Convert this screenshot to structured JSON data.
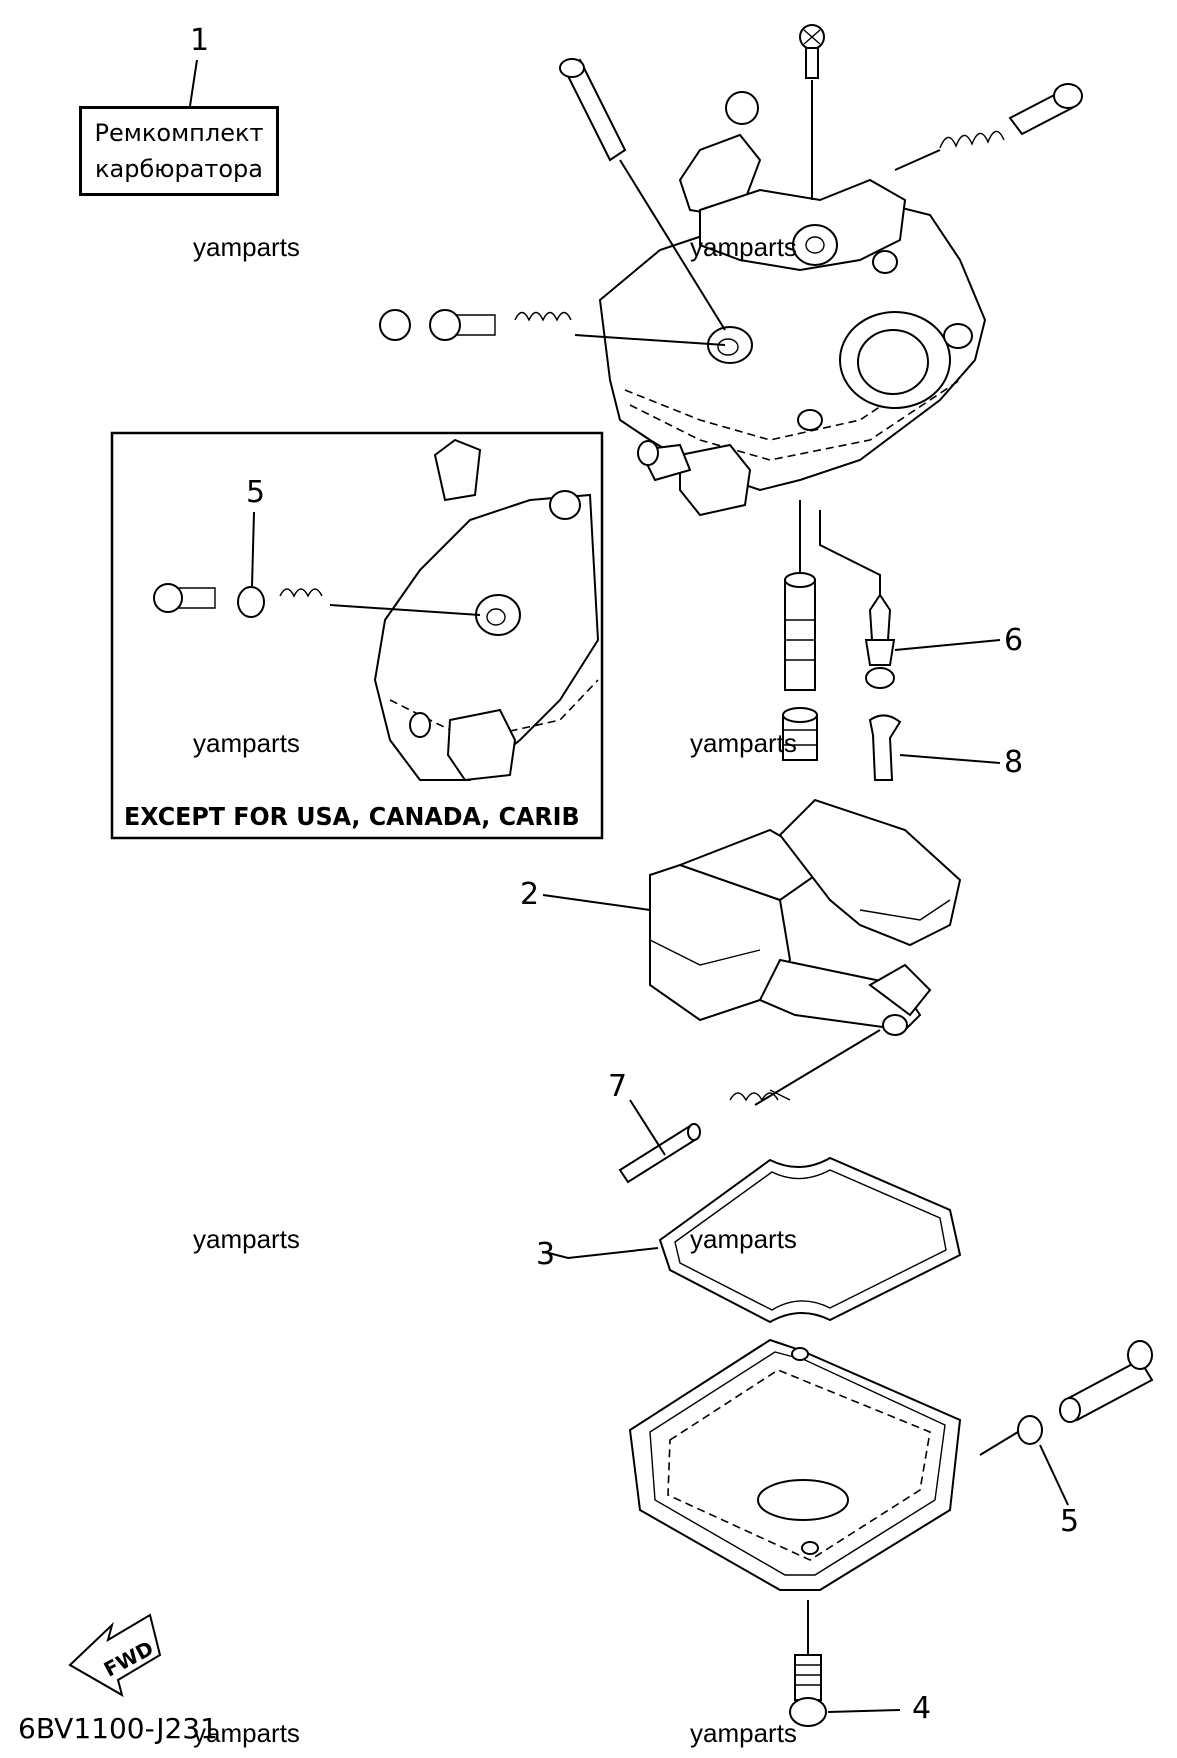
{
  "kit_box": {
    "line1": "Ремкомплект",
    "line2": "карбюратора"
  },
  "inset_caption": "EXCEPT FOR USA, CANADA, CARIB",
  "diagram_code": "6BV1100-J231",
  "fwd_label": "FWD",
  "watermark": "yamparts",
  "callouts": {
    "c1": "1",
    "c2": "2",
    "c3": "3",
    "c4": "4",
    "c5_inset": "5",
    "c5_main": "5",
    "c6": "6",
    "c7": "7",
    "c8": "8"
  }
}
